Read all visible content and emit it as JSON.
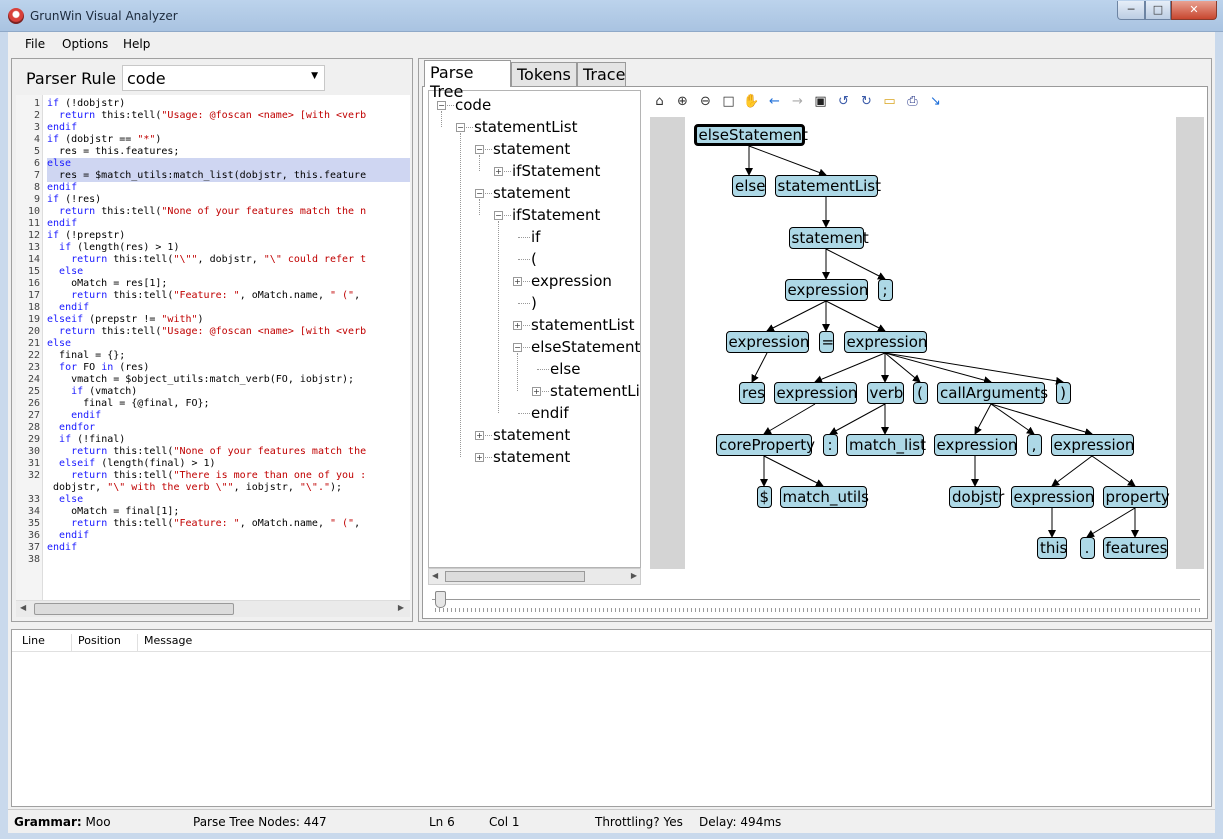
{
  "window": {
    "title": "GrunWin Visual Analyzer"
  },
  "menu": [
    "File",
    "Options",
    "Help"
  ],
  "parser_rule": {
    "label": "Parser Rule",
    "value": "code"
  },
  "code_lines": [
    {
      "n": "1",
      "t": "if (!dobjstr)"
    },
    {
      "n": "2",
      "t": "  return this:tell(\"Usage: @foscan <name> [with <verb"
    },
    {
      "n": "3",
      "t": "endif"
    },
    {
      "n": "4",
      "t": "if (dobjstr == \"*\")"
    },
    {
      "n": "5",
      "t": "  res = this.features;"
    },
    {
      "n": "6",
      "t": "else"
    },
    {
      "n": "7",
      "t": "  res = $match_utils:match_list(dobjstr, this.feature"
    },
    {
      "n": "8",
      "t": "endif"
    },
    {
      "n": "9",
      "t": "if (!res)"
    },
    {
      "n": "10",
      "t": "  return this:tell(\"None of your features match the n"
    },
    {
      "n": "11",
      "t": "endif"
    },
    {
      "n": "12",
      "t": "if (!prepstr)"
    },
    {
      "n": "13",
      "t": "  if (length(res) > 1)"
    },
    {
      "n": "14",
      "t": "    return this:tell(\"\\\"\", dobjstr, \"\\\" could refer t"
    },
    {
      "n": "15",
      "t": "  else"
    },
    {
      "n": "16",
      "t": "    oMatch = res[1];"
    },
    {
      "n": "17",
      "t": "    return this:tell(\"Feature: \", oMatch.name, \" (\","
    },
    {
      "n": "18",
      "t": "  endif"
    },
    {
      "n": "19",
      "t": "elseif (prepstr != \"with\")"
    },
    {
      "n": "20",
      "t": "  return this:tell(\"Usage: @foscan <name> [with <verb"
    },
    {
      "n": "21",
      "t": "else"
    },
    {
      "n": "22",
      "t": "  final = {};"
    },
    {
      "n": "23",
      "t": "  for FO in (res)"
    },
    {
      "n": "24",
      "t": "    vmatch = $object_utils:match_verb(FO, iobjstr);"
    },
    {
      "n": "25",
      "t": "    if (vmatch)"
    },
    {
      "n": "26",
      "t": "      final = {@final, FO};"
    },
    {
      "n": "27",
      "t": "    endif"
    },
    {
      "n": "28",
      "t": "  endfor"
    },
    {
      "n": "29",
      "t": "  if (!final)"
    },
    {
      "n": "30",
      "t": "    return this:tell(\"None of your features match the"
    },
    {
      "n": "31",
      "t": "  elseif (length(final) > 1)"
    },
    {
      "n": "32",
      "t": "    return this:tell(\"There is more than one of you :"
    },
    {
      "n": "",
      "t": " dobjstr, \"\\\" with the verb \\\"\", iobjstr, \"\\\".\");"
    },
    {
      "n": "33",
      "t": "  else"
    },
    {
      "n": "34",
      "t": "    oMatch = final[1];"
    },
    {
      "n": "35",
      "t": "    return this:tell(\"Feature: \", oMatch.name, \" (\","
    },
    {
      "n": "36",
      "t": "  endif"
    },
    {
      "n": "37",
      "t": "endif"
    },
    {
      "n": "38",
      "t": ""
    }
  ],
  "tabs": [
    "Parse Tree",
    "Tokens",
    "Trace"
  ],
  "tree": [
    {
      "label": "code",
      "exp": "minus"
    },
    {
      "label": "statementList",
      "exp": "minus"
    },
    {
      "label": "statement",
      "exp": "minus"
    },
    {
      "label": "ifStatement",
      "exp": "plus"
    },
    {
      "label": "statement",
      "exp": "minus"
    },
    {
      "label": "ifStatement",
      "exp": "minus"
    },
    {
      "label": "if",
      "exp": ""
    },
    {
      "label": "(",
      "exp": ""
    },
    {
      "label": "expression",
      "exp": "plus"
    },
    {
      "label": ")",
      "exp": ""
    },
    {
      "label": "statementList",
      "exp": "plus"
    },
    {
      "label": "elseStatement",
      "exp": "minus"
    },
    {
      "label": "else",
      "exp": ""
    },
    {
      "label": "statementList",
      "exp": "plus"
    },
    {
      "label": "endif",
      "exp": ""
    },
    {
      "label": "statement",
      "exp": "plus"
    },
    {
      "label": "statement",
      "exp": "plus"
    }
  ],
  "toolbar_icons": [
    "home-icon",
    "zoom-in-icon",
    "zoom-out-icon",
    "fit-page-icon",
    "pan-hand-icon",
    "back-arrow-icon",
    "forward-arrow-icon",
    "save-icon",
    "undo-icon",
    "redo-icon",
    "open-folder-icon",
    "print-icon",
    "pointer-icon"
  ],
  "graph_nodes": [
    {
      "id": "n0",
      "label": "elseStatement",
      "sel": true
    },
    {
      "id": "n1",
      "label": "else"
    },
    {
      "id": "n2",
      "label": "statementList"
    },
    {
      "id": "n3",
      "label": "statement"
    },
    {
      "id": "n4",
      "label": "expression"
    },
    {
      "id": "n5",
      "label": ";"
    },
    {
      "id": "n6",
      "label": "expression"
    },
    {
      "id": "n7",
      "label": "="
    },
    {
      "id": "n8",
      "label": "expression"
    },
    {
      "id": "n9",
      "label": "res"
    },
    {
      "id": "n10",
      "label": "expression"
    },
    {
      "id": "n11",
      "label": "verb"
    },
    {
      "id": "n12",
      "label": "("
    },
    {
      "id": "n13",
      "label": "callArguments"
    },
    {
      "id": "n14",
      "label": ")"
    },
    {
      "id": "n15",
      "label": "coreProperty"
    },
    {
      "id": "n16",
      "label": ":"
    },
    {
      "id": "n17",
      "label": "match_list"
    },
    {
      "id": "n18",
      "label": "expression"
    },
    {
      "id": "n19",
      "label": ","
    },
    {
      "id": "n20",
      "label": "expression"
    },
    {
      "id": "n21",
      "label": "$"
    },
    {
      "id": "n22",
      "label": "match_utils"
    },
    {
      "id": "n23",
      "label": "dobjstr"
    },
    {
      "id": "n24",
      "label": "expression"
    },
    {
      "id": "n25",
      "label": "property"
    },
    {
      "id": "n26",
      "label": "this"
    },
    {
      "id": "n27",
      "label": "."
    },
    {
      "id": "n28",
      "label": "features"
    }
  ],
  "graph_edges": [
    [
      "n0",
      "n1"
    ],
    [
      "n0",
      "n2"
    ],
    [
      "n2",
      "n3"
    ],
    [
      "n3",
      "n4"
    ],
    [
      "n3",
      "n5"
    ],
    [
      "n4",
      "n6"
    ],
    [
      "n4",
      "n7"
    ],
    [
      "n4",
      "n8"
    ],
    [
      "n6",
      "n9"
    ],
    [
      "n8",
      "n10"
    ],
    [
      "n8",
      "n11"
    ],
    [
      "n8",
      "n12"
    ],
    [
      "n8",
      "n13"
    ],
    [
      "n8",
      "n14"
    ],
    [
      "n10",
      "n15"
    ],
    [
      "n11",
      "n16"
    ],
    [
      "n11",
      "n17"
    ],
    [
      "n13",
      "n18"
    ],
    [
      "n13",
      "n19"
    ],
    [
      "n13",
      "n20"
    ],
    [
      "n15",
      "n21"
    ],
    [
      "n15",
      "n22"
    ],
    [
      "n18",
      "n23"
    ],
    [
      "n20",
      "n24"
    ],
    [
      "n20",
      "n25"
    ],
    [
      "n24",
      "n26"
    ],
    [
      "n25",
      "n27"
    ],
    [
      "n25",
      "n28"
    ]
  ],
  "messages": {
    "columns": [
      "Line",
      "Position",
      "Message"
    ]
  },
  "status": {
    "grammar_label": "Grammar:",
    "grammar_value": "Moo",
    "nodes_label": "Parse Tree Nodes:",
    "nodes_value": "447",
    "ln_label": "Ln",
    "ln_value": "6",
    "col_label": "Col",
    "col_value": "1",
    "throttling_label": "Throttling?",
    "throttling_value": "Yes",
    "delay_label": "Delay:",
    "delay_value": "494ms"
  }
}
